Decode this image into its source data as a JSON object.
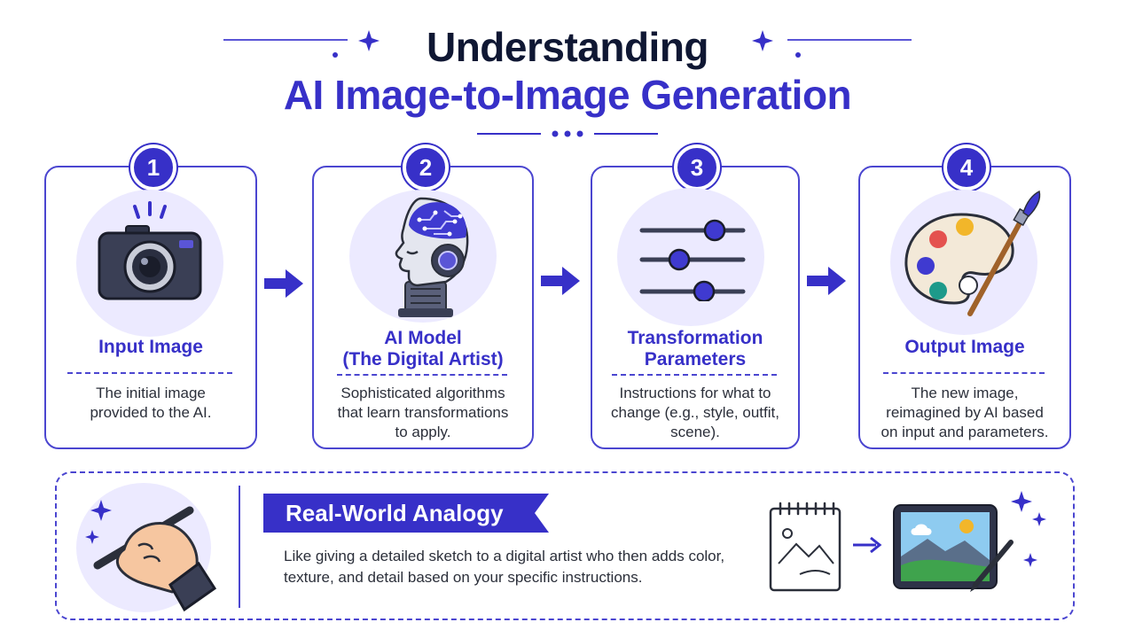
{
  "title": {
    "line1": "Understanding",
    "line2": "AI Image-to-Image Generation"
  },
  "colors": {
    "primary": "#3730c8",
    "navy": "#0f1733",
    "lavender": "#eceaff"
  },
  "steps": [
    {
      "number": "1",
      "icon": "camera-icon",
      "title_lines": [
        "Input Image"
      ],
      "desc_lines": [
        "The initial image",
        "provided to the AI."
      ]
    },
    {
      "number": "2",
      "icon": "ai-head-icon",
      "title_lines": [
        "AI Model",
        "(The Digital Artist)"
      ],
      "desc_lines": [
        "Sophisticated algorithms",
        "that learn transformations",
        "to apply."
      ]
    },
    {
      "number": "3",
      "icon": "sliders-icon",
      "title_lines": [
        "Transformation",
        "Parameters"
      ],
      "desc_lines": [
        "Instructions for what to",
        "change (e.g., style, outfit,",
        "scene)."
      ]
    },
    {
      "number": "4",
      "icon": "paint-palette-icon",
      "title_lines": [
        "Output Image"
      ],
      "desc_lines": [
        "The new image,",
        "reimagined by AI based",
        "on input and parameters."
      ]
    }
  ],
  "analogy": {
    "heading": "Real-World Analogy",
    "text_lines": [
      "Like giving a detailed sketch to a digital artist who then adds color,",
      "texture, and detail based on your specific instructions."
    ],
    "icons": [
      "drawing-hand-icon",
      "sketchpad-icon",
      "arrow-right-icon",
      "digital-tablet-icon"
    ]
  }
}
